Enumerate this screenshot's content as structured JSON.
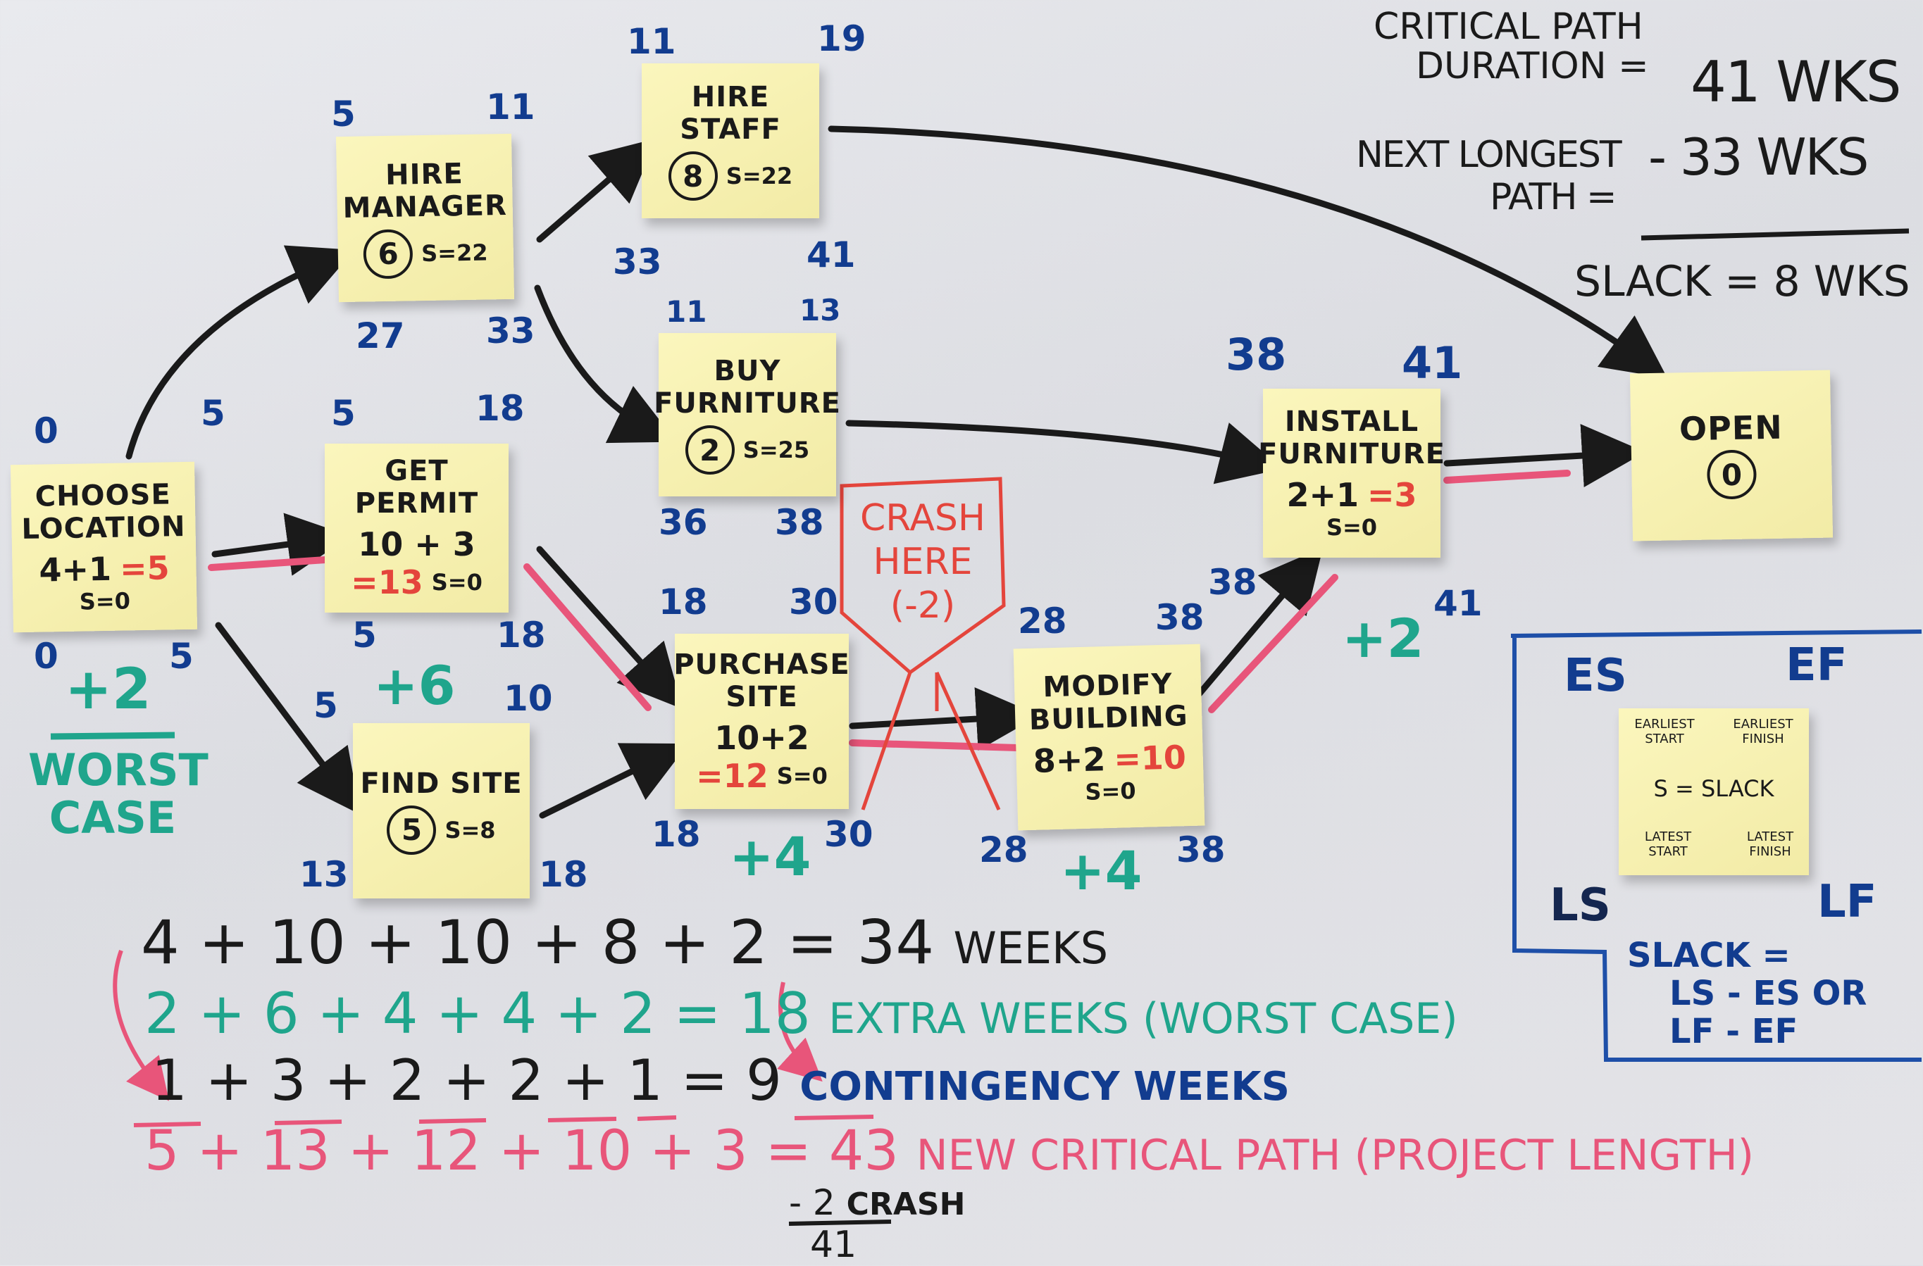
{
  "nodes": [
    {
      "title": "CHOOSE LOCATION",
      "formula": "4+1",
      "result": "=5",
      "slack": "S=0",
      "es": "0",
      "ef": "5",
      "ls": "0",
      "lf": "5",
      "worst": "+2"
    },
    {
      "title": "HIRE MANAGER",
      "duration": "6",
      "slack": "S=22",
      "es": "5",
      "ef": "11",
      "ls": "27",
      "lf": "33"
    },
    {
      "title": "GET PERMIT",
      "formula": "10 + 3",
      "result": "=13",
      "slack": "S=0",
      "es": "5",
      "ef": "18",
      "ls": "5",
      "lf": "18",
      "worst": "+6"
    },
    {
      "title": "FIND SITE",
      "duration": "5",
      "slack": "S=8",
      "es": "5",
      "ef": "10",
      "ls": "13",
      "lf": "18"
    },
    {
      "title": "HIRE STAFF",
      "duration": "8",
      "slack": "S=22",
      "es": "11",
      "ef": "19",
      "ls": "33",
      "lf": "41"
    },
    {
      "title": "BUY FURNITURE",
      "duration": "2",
      "slack": "S=25",
      "es": "11",
      "ef": "13",
      "ls": "36",
      "lf": "38"
    },
    {
      "title": "PURCHASE SITE",
      "formula": "10+2",
      "result": "=12",
      "slack": "S=0",
      "es": "18",
      "ef": "30",
      "ls": "18",
      "lf": "30",
      "worst": "+4"
    },
    {
      "title": "MODIFY BUILDING",
      "formula": "8+2",
      "result": "=10",
      "slack": "S=0",
      "es": "28",
      "ef": "38",
      "ls": "28",
      "lf": "38",
      "worst": "+4"
    },
    {
      "title": "INSTALL FURNITURE",
      "formula": "2+1",
      "result": "=3",
      "slack": "S=0",
      "es": "38",
      "ef": "41",
      "ls": "38",
      "lf": "41",
      "worst": "+2"
    },
    {
      "title": "OPEN",
      "duration": "0"
    }
  ],
  "worst_case_label": "WORST CASE",
  "crash_sign": {
    "line1": "CRASH",
    "line2": "HERE",
    "line3": "(-2)"
  },
  "summary": {
    "line1": "CRITICAL PATH",
    "line2": "DURATION =",
    "value1": "41 WKS",
    "line3": "NEXT LONGEST",
    "line4": "PATH =",
    "value2": "- 33 WKS",
    "slack": "SLACK = 8 WKS"
  },
  "legend": {
    "es": "ES",
    "ef": "EF",
    "ls": "LS",
    "lf": "LF",
    "note_es": "EARLIEST START",
    "note_ef": "EARLIEST FINISH",
    "note_center": "S = SLACK",
    "note_ls": "LATEST START",
    "note_lf": "LATEST FINISH",
    "formula1": "SLACK =",
    "formula2": "LS - ES OR",
    "formula3": "LF - EF"
  },
  "equations": {
    "line1": "4 + 10 + 10 + 8 + 2 = 34",
    "line1_unit": "WEEKS",
    "line2": "2 + 6 + 4 + 4 + 2 = 18",
    "line2_unit": "EXTRA WEEKS (WORST CASE)",
    "line3": "1 + 3 + 2 + 2 + 1 = 9",
    "line3_unit": "CONTINGENCY WEEKS",
    "line4": "5 + 13 + 12 + 10 + 3 = 43",
    "line4_unit": "NEW CRITICAL PATH (PROJECT LENGTH)",
    "crash_value": "- 2",
    "crash_label": "CRASH",
    "final": "41"
  },
  "colors": {
    "black": "#1a1a1a",
    "red": "#e4453c",
    "pink": "#e8557a",
    "teal": "#1fa58c",
    "blue": "#123c8f",
    "note": "#f7f0b0"
  }
}
